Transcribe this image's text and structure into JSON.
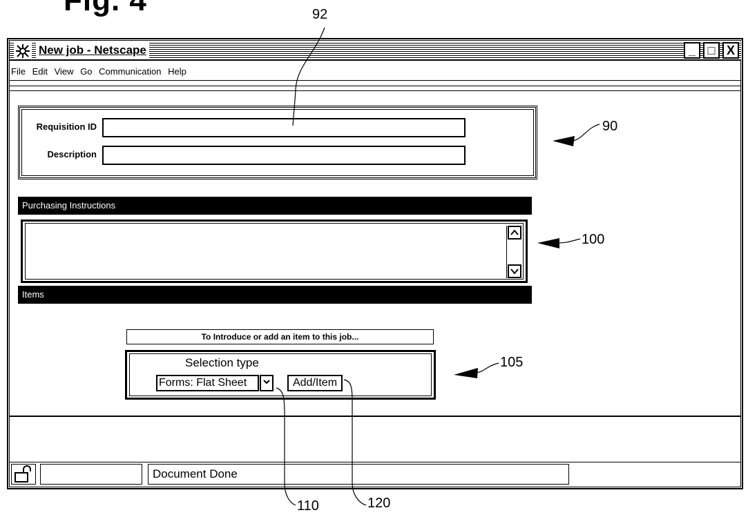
{
  "figure": {
    "label": "Fig. 4"
  },
  "window": {
    "title": "New job - Netscape",
    "controls": {
      "minimize": "_",
      "maximize": "□",
      "close": "X"
    }
  },
  "menu": [
    "File",
    "Edit",
    "View",
    "Go",
    "Communication",
    "Help"
  ],
  "form": {
    "requisition_label": "Requisition ID",
    "requisition_value": "",
    "description_label": "Description",
    "description_value": ""
  },
  "purchasing": {
    "header": "Purchasing Instructions",
    "text": ""
  },
  "items": {
    "header": "Items",
    "intro": "To Introduce or add an item to this job...",
    "selection_type_label": "Selection type",
    "selection_value": "Forms: Flat Sheet",
    "add_button": "Add/Item"
  },
  "status": {
    "message": "Document Done",
    "icon": "lock-icon"
  },
  "references": {
    "r92": "92",
    "r90": "90",
    "r100": "100",
    "r105": "105",
    "r110": "110",
    "r120": "120"
  }
}
